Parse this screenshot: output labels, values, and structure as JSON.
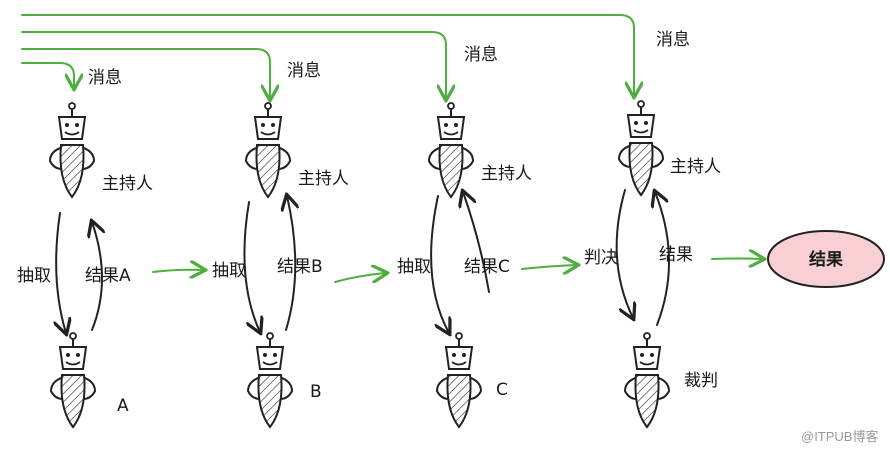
{
  "diagram": {
    "message_labels": [
      "消息",
      "消息",
      "消息",
      "消息"
    ],
    "rounds": [
      {
        "host_label": "主持人",
        "extract_label": "抽取",
        "result_label": "结果A",
        "participant_label": "A"
      },
      {
        "host_label": "主持人",
        "extract_label": "抽取",
        "result_label": "结果B",
        "participant_label": "B"
      },
      {
        "host_label": "主持人",
        "extract_label": "抽取",
        "result_label": "结果C",
        "participant_label": "C"
      }
    ],
    "final_round": {
      "host_label": "主持人",
      "judge_action_label": "判决",
      "result_label": "结果",
      "judge_label": "裁判"
    },
    "final_output_label": "结果",
    "watermark": "@ITPUB博客",
    "colors": {
      "arrow_green": "#4caf3e",
      "output_fill": "#f8cfd2",
      "output_stroke": "#222222"
    }
  }
}
